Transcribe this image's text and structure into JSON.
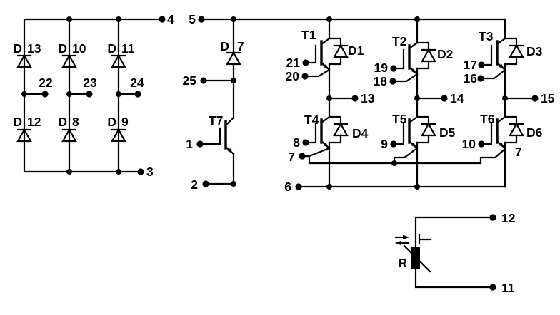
{
  "rectifier": {
    "dc_plus": "4",
    "dc_minus": "3",
    "phases": [
      "22",
      "23",
      "24"
    ],
    "diodes_top": [
      {
        "p": "D",
        "n": "13"
      },
      {
        "p": "D",
        "n": "10"
      },
      {
        "p": "D",
        "n": "11"
      }
    ],
    "diodes_bottom": [
      {
        "p": "D",
        "n": "12"
      },
      {
        "p": "D",
        "n": "8"
      },
      {
        "p": "D",
        "n": "9"
      }
    ]
  },
  "chopper": {
    "dc_plus": "5",
    "diode_p": "D",
    "diode_n": "7",
    "collector_aux": "25",
    "igbt": "T7",
    "gate": "1",
    "emitter": "2"
  },
  "inverter": {
    "dc_minus": "6",
    "aux_emitter_left": "7",
    "aux_emitter_right": "7",
    "legs": [
      {
        "output": "13",
        "top_igbt": "T1",
        "top_diode": "D1",
        "top_gate": "21",
        "top_aux": "20",
        "bot_igbt": "T4",
        "bot_diode": "D4",
        "bot_gate": "8"
      },
      {
        "output": "14",
        "top_igbt": "T2",
        "top_diode": "D2",
        "top_gate": "19",
        "top_aux": "18",
        "bot_igbt": "T5",
        "bot_diode": "D5",
        "bot_gate": "9"
      },
      {
        "output": "15",
        "top_igbt": "T3",
        "top_diode": "D3",
        "top_gate": "17",
        "top_aux": "16",
        "bot_igbt": "T6",
        "bot_diode": "D6",
        "bot_gate": "10"
      }
    ]
  },
  "thermistor": {
    "label": "R",
    "pin_top": "12",
    "pin_bottom": "11"
  }
}
